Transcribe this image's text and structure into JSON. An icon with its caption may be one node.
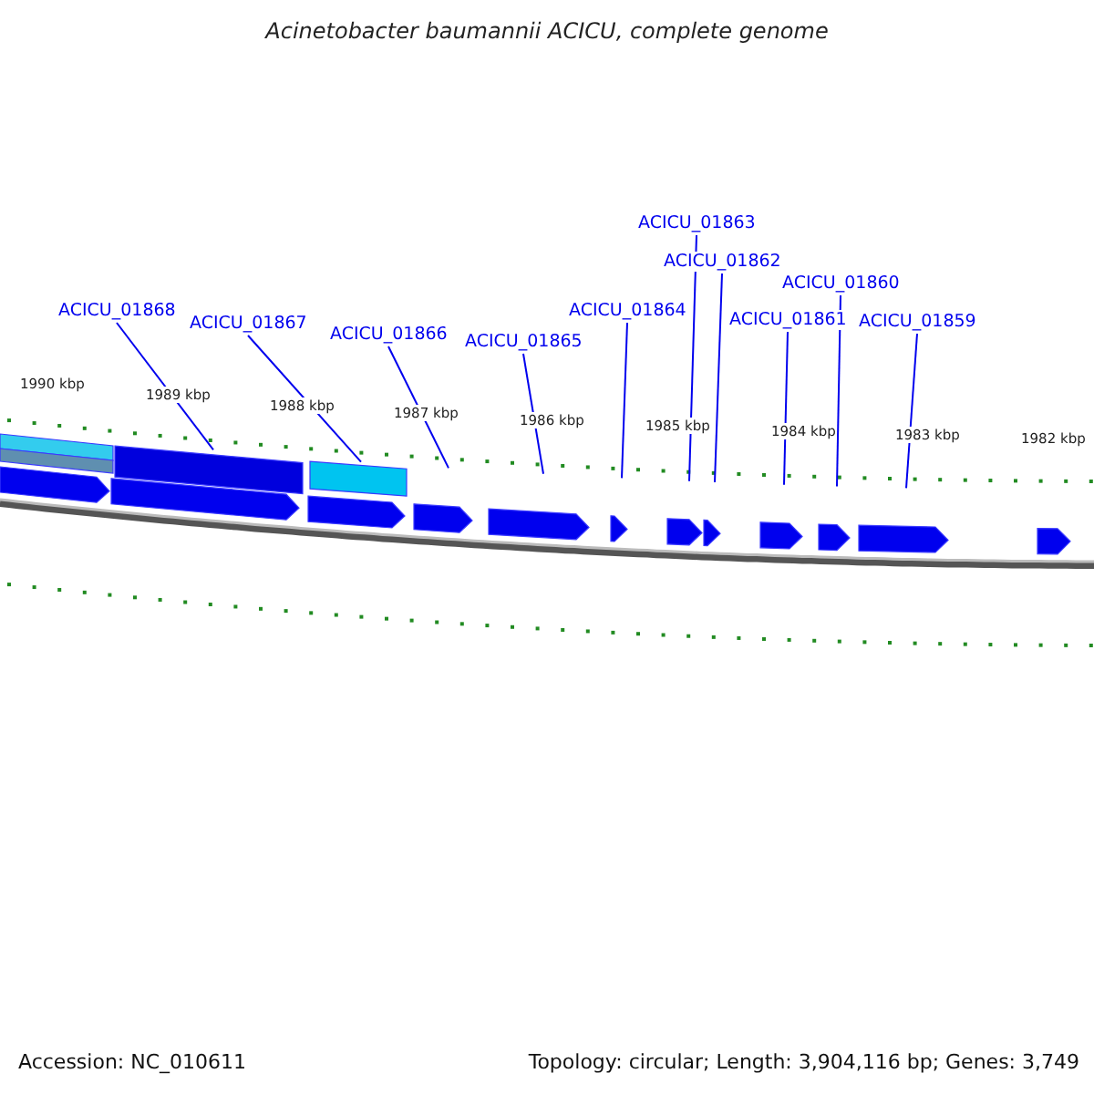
{
  "diagram": {
    "title": "Acinetobacter baumannii ACICU, complete genome",
    "nodes": [
      {
        "text": [
          "ACICU_01868"
        ]
      },
      {
        "text": [
          "ACICU_01867"
        ]
      },
      {
        "text": [
          "ACICU_01866"
        ]
      },
      {
        "text": [
          "ACICU_01865"
        ]
      },
      {
        "text": [
          "ACICU_01864"
        ]
      },
      {
        "text": [
          "ACICU_01863"
        ]
      },
      {
        "text": [
          "ACICU_01862"
        ]
      },
      {
        "text": [
          "ACICU_01861"
        ]
      },
      {
        "text": [
          "ACICU_01860"
        ]
      },
      {
        "text": [
          "ACICU_01859"
        ]
      }
    ],
    "edges": [
      {
        "from": 0,
        "to": null,
        "arrow": "none"
      },
      {
        "from": 1,
        "to": null,
        "arrow": "none"
      },
      {
        "from": 2,
        "to": null,
        "arrow": "none"
      },
      {
        "from": 3,
        "to": null,
        "arrow": "none"
      },
      {
        "from": 4,
        "to": null,
        "arrow": "none"
      },
      {
        "from": 5,
        "to": null,
        "arrow": "none"
      },
      {
        "from": 6,
        "to": null,
        "arrow": "none"
      },
      {
        "from": 7,
        "to": null,
        "arrow": "none"
      },
      {
        "from": 8,
        "to": null,
        "arrow": "none"
      },
      {
        "from": 9,
        "to": null,
        "arrow": "none"
      }
    ],
    "labels": [
      "1990 kbp",
      "1989 kbp",
      "1988 kbp",
      "1987 kbp",
      "1986 kbp",
      "1985 kbp",
      "1984 kbp",
      "1983 kbp",
      "1982 kbp",
      "Accession: NC_010611",
      "Topology: circular; Length: 3,904,116 bp; Genes: 3,749"
    ]
  }
}
